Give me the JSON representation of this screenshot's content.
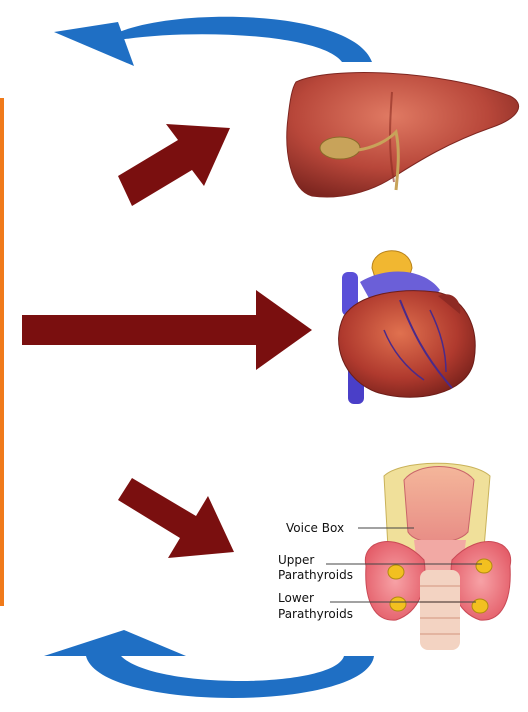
{
  "labels": {
    "voice_box": "Voice Box",
    "upper_1": "Upper",
    "upper_2": "Parathyroids",
    "lower_1": "Lower",
    "lower_2": "Parathyroids"
  },
  "colors": {
    "cycle_arrow": "#1f6fc4",
    "pointer_arrow": "#7a0f0f",
    "left_accent": "#f07a1a",
    "liver": "#b8473a",
    "heart": "#b03a2e",
    "thyroid": "#f2747e",
    "parathyroid": "#f2c020"
  },
  "icons": {
    "top_cycle": "curved-cycle-arrow-icon",
    "bottom_cycle": "curved-cycle-arrow-icon",
    "organ_1": "liver-icon",
    "organ_2": "heart-icon",
    "organ_3": "thyroid-parathyroid-icon"
  }
}
